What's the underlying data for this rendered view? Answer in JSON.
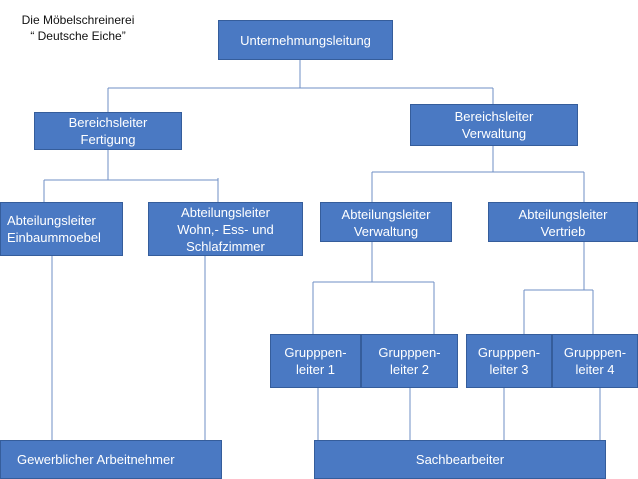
{
  "caption": {
    "line1": "Die Möbelschreinerei",
    "line2": "“ Deutsche Eiche”"
  },
  "nodes": {
    "unternehmensleitung": "Unternehmungsleitung",
    "bereich_fertigung": "Bereichsleiter\nFertigung",
    "bereich_verwaltung": "Bereichsleiter\nVerwaltung",
    "abt_einbaum": "Abteilungsleiter\nEinbaummoebel",
    "abt_wohn": "Abteilungsleiter\nWohn,- Ess- und\nSchlafzimmer",
    "abt_verwaltung": "Abteilungsleiter\nVerwaltung",
    "abt_vertrieb": "Abteilungsleiter\nVertrieb",
    "gruppe1": "Grupppen-\nleiter 1",
    "gruppe2": "Grupppen-\nleiter 2",
    "gruppe3": "Grupppen-\nleiter 3",
    "gruppe4": "Grupppen-\nleiter 4",
    "gewerblich": "Gewerblicher  Arbeitnehmer",
    "sachbearbeiter": "Sachbearbeiter"
  },
  "colors": {
    "box_fill": "#4a79c3",
    "box_border": "#355d9b",
    "connector": "#6f8fc6",
    "box_text": "#ffffff"
  }
}
